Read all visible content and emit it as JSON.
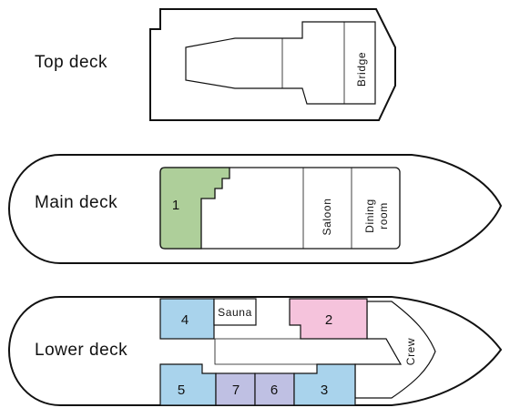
{
  "decks": {
    "top": {
      "label": "Top deck",
      "rooms": {
        "bridge": "Bridge"
      }
    },
    "main": {
      "label": "Main deck",
      "rooms": {
        "cabin_1": "1",
        "saloon": "Saloon",
        "dining_line1": "Dining",
        "dining_line2": "room"
      }
    },
    "lower": {
      "label": "Lower deck",
      "rooms": {
        "cabin_4": "4",
        "sauna": "Sauna",
        "cabin_2": "2",
        "crew": "Crew",
        "cabin_5": "5",
        "cabin_7": "7",
        "cabin_6": "6",
        "cabin_3": "3"
      }
    }
  },
  "colors": {
    "outline": "#111111",
    "green_cabin": "#aecf9a",
    "blue_cabin": "#a9d3ec",
    "pink_cabin": "#f5c3dc",
    "lavender_cabin": "#bfc0e3"
  }
}
